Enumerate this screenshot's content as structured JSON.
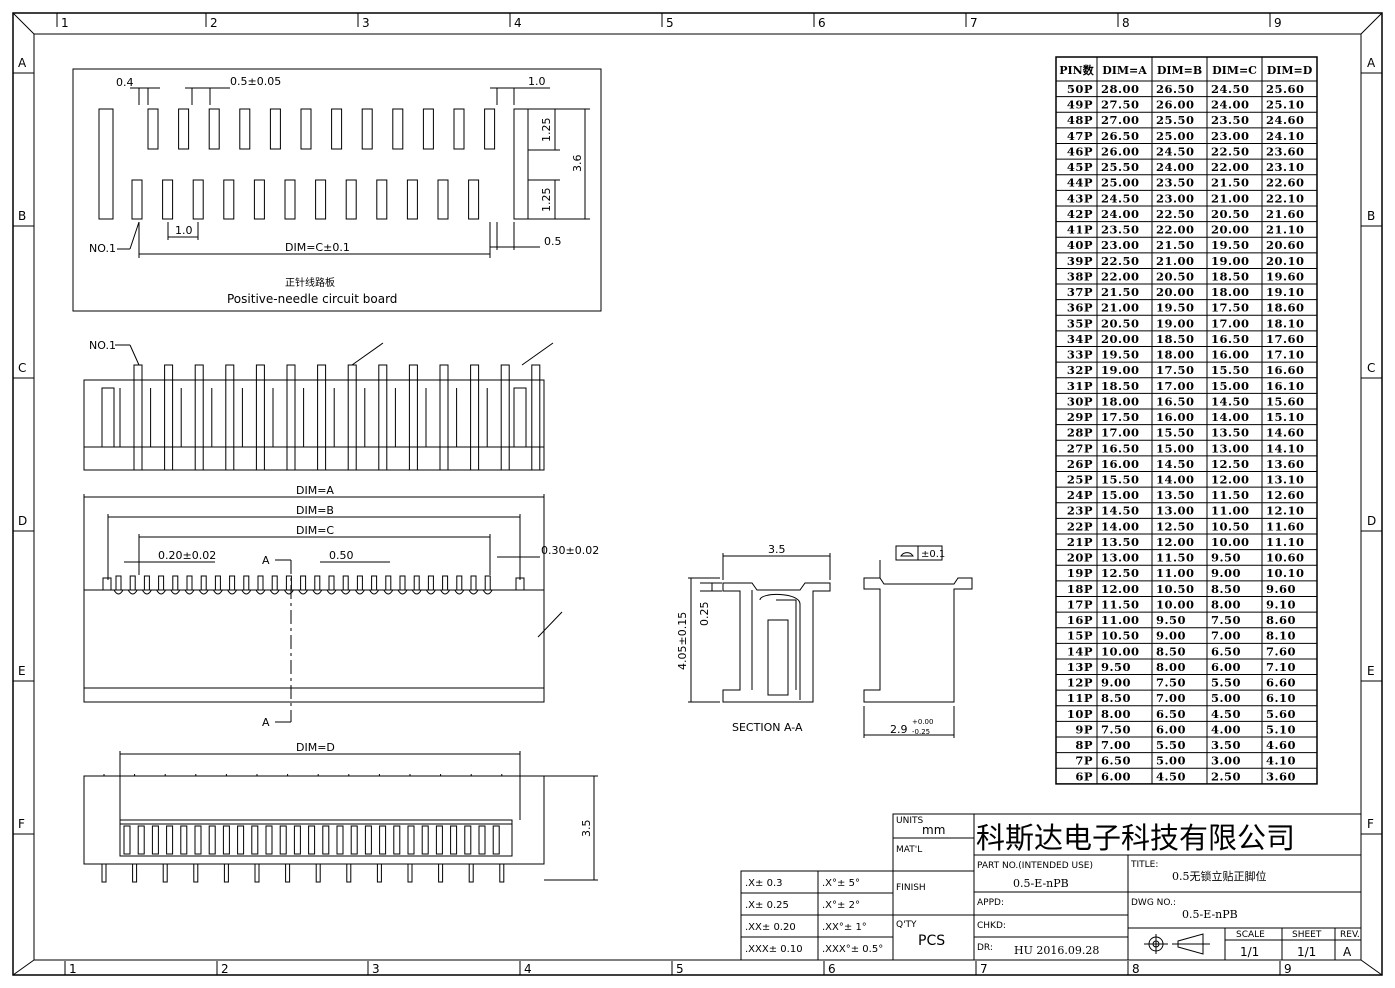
{
  "frame": {
    "top_numbers": [
      "1",
      "2",
      "3",
      "4",
      "5",
      "6",
      "7",
      "8",
      "9"
    ],
    "bottom_numbers": [
      "1",
      "2",
      "3",
      "4",
      "5",
      "6",
      "7",
      "8",
      "9"
    ],
    "left_letters": [
      "A",
      "B",
      "C",
      "D",
      "E",
      "F"
    ],
    "right_letters": [
      "A",
      "B",
      "C",
      "D",
      "E",
      "F"
    ]
  },
  "top_view": {
    "dim_04": "0.4",
    "dim_pitch": "0.5±0.05",
    "dim_10_right": "1.0",
    "dim_125_a": "1.25",
    "dim_36": "3.6",
    "dim_125_b": "1.25",
    "no1": "NO.1",
    "dim_10": "1.0",
    "dim_c": "DIM=C±0.1",
    "dim_05": "0.5",
    "caption_cn": "正针线路板",
    "caption_en": "Positive-needle circuit board"
  },
  "side_view": {
    "no1": "NO.1"
  },
  "front_view": {
    "dim_a": "DIM=A",
    "dim_b": "DIM=B",
    "dim_c": "DIM=C",
    "dim_020": "0.20±0.02",
    "dim_050": "0.50",
    "dim_030": "0.30±0.02",
    "section_mark_top": "A",
    "section_mark_bottom": "A"
  },
  "bottom_view": {
    "dim_d": "DIM=D",
    "dim_35": "3.5"
  },
  "section": {
    "dim_35": "3.5",
    "dim_025": "0.25",
    "dim_405": "4.05±0.15",
    "label": "SECTION  A-A"
  },
  "end_view": {
    "flatness_tol": "±0.1",
    "dim_29": "2.9",
    "tol_plus": "+0.00",
    "tol_minus": "-0.25"
  },
  "pin_table": {
    "headers": [
      "PIN数",
      "DIM=A",
      "DIM=B",
      "DIM=C",
      "DIM=D"
    ],
    "rows": [
      [
        "50P",
        "28.00",
        "26.50",
        "24.50",
        "25.60"
      ],
      [
        "49P",
        "27.50",
        "26.00",
        "24.00",
        "25.10"
      ],
      [
        "48P",
        "27.00",
        "25.50",
        "23.50",
        "24.60"
      ],
      [
        "47P",
        "26.50",
        "25.00",
        "23.00",
        "24.10"
      ],
      [
        "46P",
        "26.00",
        "24.50",
        "22.50",
        "23.60"
      ],
      [
        "45P",
        "25.50",
        "24.00",
        "22.00",
        "23.10"
      ],
      [
        "44P",
        "25.00",
        "23.50",
        "21.50",
        "22.60"
      ],
      [
        "43P",
        "24.50",
        "23.00",
        "21.00",
        "22.10"
      ],
      [
        "42P",
        "24.00",
        "22.50",
        "20.50",
        "21.60"
      ],
      [
        "41P",
        "23.50",
        "22.00",
        "20.00",
        "21.10"
      ],
      [
        "40P",
        "23.00",
        "21.50",
        "19.50",
        "20.60"
      ],
      [
        "39P",
        "22.50",
        "21.00",
        "19.00",
        "20.10"
      ],
      [
        "38P",
        "22.00",
        "20.50",
        "18.50",
        "19.60"
      ],
      [
        "37P",
        "21.50",
        "20.00",
        "18.00",
        "19.10"
      ],
      [
        "36P",
        "21.00",
        "19.50",
        "17.50",
        "18.60"
      ],
      [
        "35P",
        "20.50",
        "19.00",
        "17.00",
        "18.10"
      ],
      [
        "34P",
        "20.00",
        "18.50",
        "16.50",
        "17.60"
      ],
      [
        "33P",
        "19.50",
        "18.00",
        "16.00",
        "17.10"
      ],
      [
        "32P",
        "19.00",
        "17.50",
        "15.50",
        "16.60"
      ],
      [
        "31P",
        "18.50",
        "17.00",
        "15.00",
        "16.10"
      ],
      [
        "30P",
        "18.00",
        "16.50",
        "14.50",
        "15.60"
      ],
      [
        "29P",
        "17.50",
        "16.00",
        "14.00",
        "15.10"
      ],
      [
        "28P",
        "17.00",
        "15.50",
        "13.50",
        "14.60"
      ],
      [
        "27P",
        "16.50",
        "15.00",
        "13.00",
        "14.10"
      ],
      [
        "26P",
        "16.00",
        "14.50",
        "12.50",
        "13.60"
      ],
      [
        "25P",
        "15.50",
        "14.00",
        "12.00",
        "13.10"
      ],
      [
        "24P",
        "15.00",
        "13.50",
        "11.50",
        "12.60"
      ],
      [
        "23P",
        "14.50",
        "13.00",
        "11.00",
        "12.10"
      ],
      [
        "22P",
        "14.00",
        "12.50",
        "10.50",
        "11.60"
      ],
      [
        "21P",
        "13.50",
        "12.00",
        "10.00",
        "11.10"
      ],
      [
        "20P",
        "13.00",
        "11.50",
        "9.50",
        "10.60"
      ],
      [
        "19P",
        "12.50",
        "11.00",
        "9.00",
        "10.10"
      ],
      [
        "18P",
        "12.00",
        "10.50",
        "8.50",
        "9.60"
      ],
      [
        "17P",
        "11.50",
        "10.00",
        "8.00",
        "9.10"
      ],
      [
        "16P",
        "11.00",
        "9.50",
        "7.50",
        "8.60"
      ],
      [
        "15P",
        "10.50",
        "9.00",
        "7.00",
        "8.10"
      ],
      [
        "14P",
        "10.00",
        "8.50",
        "6.50",
        "7.60"
      ],
      [
        "13P",
        "9.50",
        "8.00",
        "6.00",
        "7.10"
      ],
      [
        "12P",
        "9.00",
        "7.50",
        "5.50",
        "6.60"
      ],
      [
        "11P",
        "8.50",
        "7.00",
        "5.00",
        "6.10"
      ],
      [
        "10P",
        "8.00",
        "6.50",
        "4.50",
        "5.60"
      ],
      [
        "9P",
        "7.50",
        "6.00",
        "4.00",
        "5.10"
      ],
      [
        "8P",
        "7.00",
        "5.50",
        "3.50",
        "4.60"
      ],
      [
        "7P",
        "6.50",
        "5.00",
        "3.00",
        "4.10"
      ],
      [
        "6P",
        "6.00",
        "4.50",
        "2.50",
        "3.60"
      ]
    ]
  },
  "tolerances": [
    [
      ".X±  0.3",
      ".X°±  5°"
    ],
    [
      ".X±  0.25",
      ".X°±  2°"
    ],
    [
      ".XX±  0.20",
      ".XX°±  1°"
    ],
    [
      ".XXX±  0.10",
      ".XXX°±  0.5°"
    ]
  ],
  "title_block": {
    "units_label": "UNITS",
    "units_value": "mm",
    "matl_label": "MAT'L",
    "finish_label": "FINISH",
    "qty_label": "Q'TY",
    "qty_value": "PCS",
    "company": "科斯达电子科技有限公司",
    "part_no_label": "PART NO.(INTENDED USE)",
    "part_no_value": "0.5-E-nPB",
    "title_label": "TITLE:",
    "title_value": "0.5无锁立贴正脚位",
    "appd_label": "APPD:",
    "dwg_label": "DWG NO.:",
    "dwg_value": "0.5-E-nPB",
    "chkd_label": "CHKD:",
    "dr_label": "DR:",
    "dr_value": "HU 2016.09.28",
    "scale_label": "SCALE",
    "scale_value": "1/1",
    "sheet_label": "SHEET",
    "sheet_value": "1/1",
    "rev_label": "REV.",
    "rev_value": "A"
  }
}
